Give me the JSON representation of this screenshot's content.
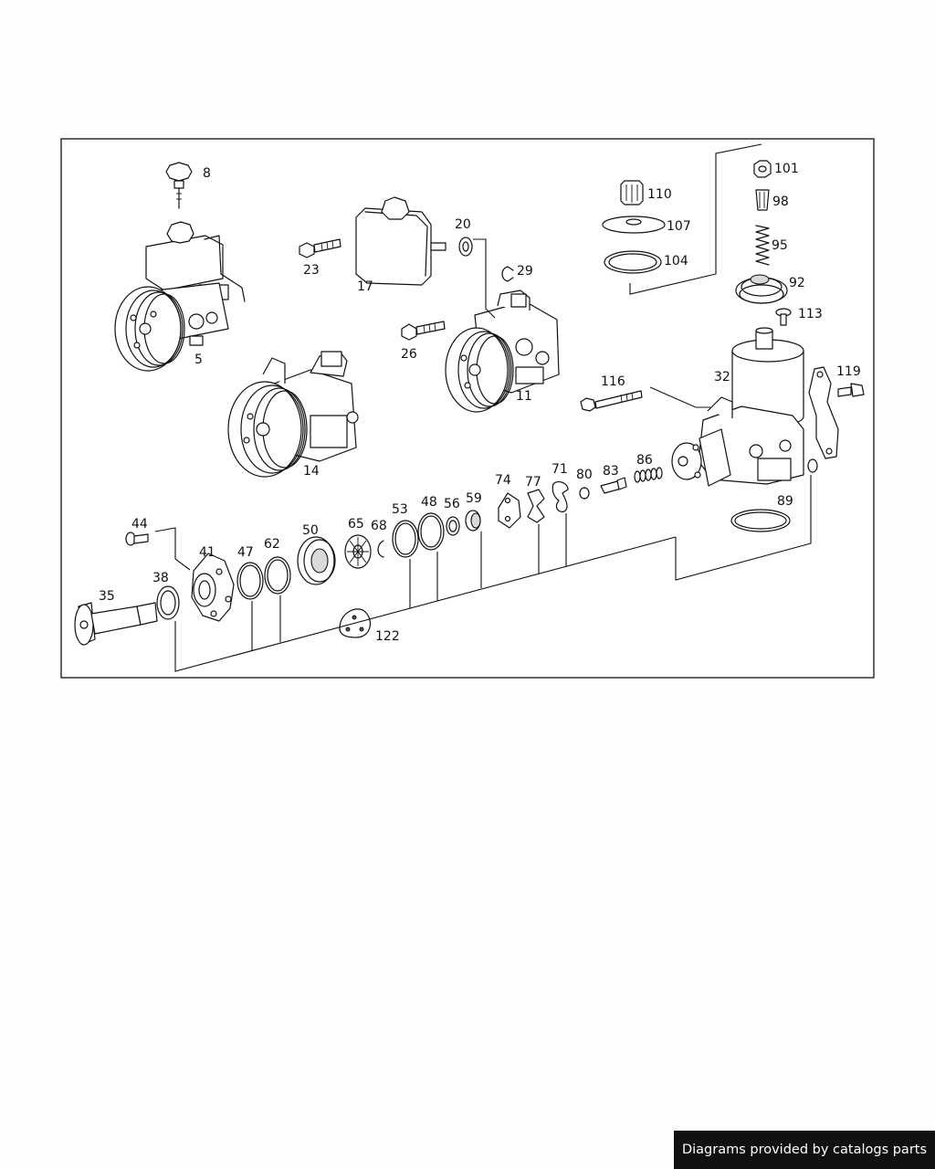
{
  "diagram": {
    "part_labels": [
      {
        "num": "8"
      },
      {
        "num": "5"
      },
      {
        "num": "23"
      },
      {
        "num": "17"
      },
      {
        "num": "20"
      },
      {
        "num": "29"
      },
      {
        "num": "26"
      },
      {
        "num": "11"
      },
      {
        "num": "14"
      },
      {
        "num": "110"
      },
      {
        "num": "107"
      },
      {
        "num": "104"
      },
      {
        "num": "101"
      },
      {
        "num": "98"
      },
      {
        "num": "95"
      },
      {
        "num": "92"
      },
      {
        "num": "113"
      },
      {
        "num": "116"
      },
      {
        "num": "32"
      },
      {
        "num": "119"
      },
      {
        "num": "71"
      },
      {
        "num": "80"
      },
      {
        "num": "83"
      },
      {
        "num": "86"
      },
      {
        "num": "89"
      },
      {
        "num": "44"
      },
      {
        "num": "41"
      },
      {
        "num": "47"
      },
      {
        "num": "62"
      },
      {
        "num": "50"
      },
      {
        "num": "65"
      },
      {
        "num": "68"
      },
      {
        "num": "53"
      },
      {
        "num": "48"
      },
      {
        "num": "56"
      },
      {
        "num": "59"
      },
      {
        "num": "74"
      },
      {
        "num": "77"
      },
      {
        "num": "38"
      },
      {
        "num": "35"
      },
      {
        "num": "122"
      }
    ]
  },
  "footer": {
    "credit_text": "Diagrams provided by catalogs parts"
  }
}
